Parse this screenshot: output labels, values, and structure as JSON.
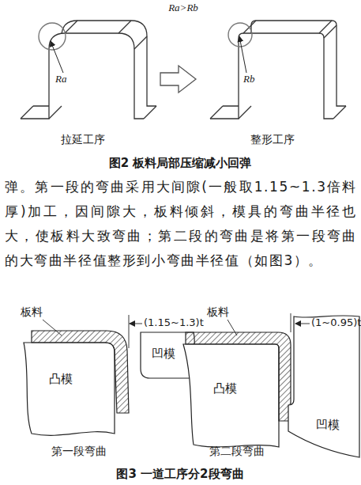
{
  "diagram": {
    "labels": [
      "Ra>Rb",
      "Ra",
      "Rb",
      "拉延工序",
      "整形工序",
      "图2  板料局部压缩减小回弹",
      "弹。第一段的弯曲采用大间隙(一般取1.15~1.3倍料厚)加工，因间隙大，板料倾斜，模具的弯曲半径也大，使板料大致弯曲；第二段的弯曲是将第一段弯曲的大弯曲半径值整形到小弯曲半径值（如图3）。",
      "板料",
      "(1.15~1.3)t",
      "凸模",
      "凹模",
      "第一段弯曲",
      "板料",
      "(1~0.95)t",
      "凸模",
      "凹模",
      "第二段弯曲",
      "图3  一道工序分2段弯曲"
    ]
  }
}
